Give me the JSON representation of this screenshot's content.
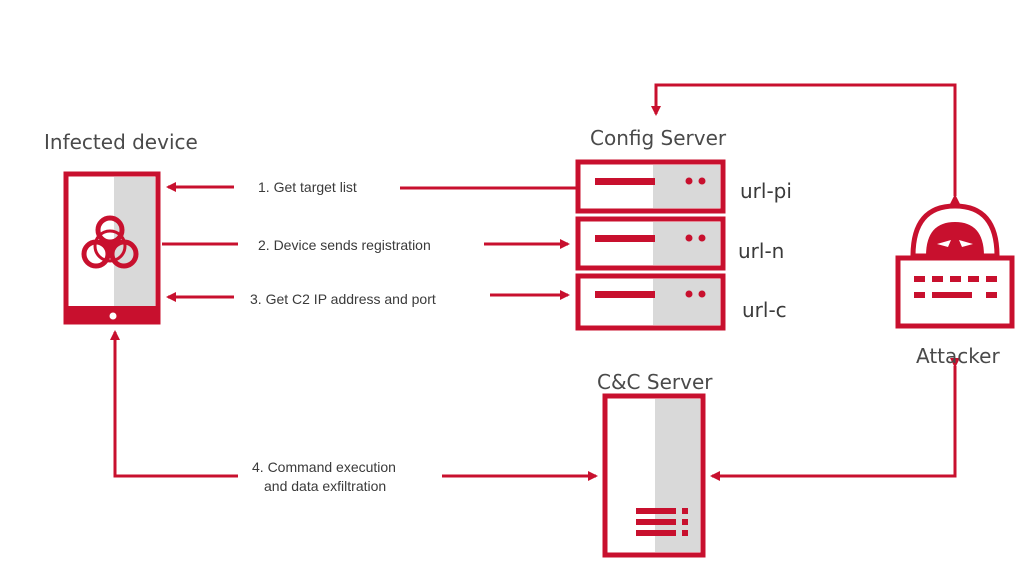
{
  "colors": {
    "accent": "#c8102e",
    "panel_gray": "#d9d9d9",
    "text": "#3a3a3a"
  },
  "nodes": {
    "infected_device": {
      "label": "Infected device",
      "icon": "biohazard-icon"
    },
    "config_server": {
      "label": "Config Server",
      "icon": "server-rack-icon",
      "slots": [
        "url-pi",
        "url-n",
        "url-c"
      ]
    },
    "cc_server": {
      "label": "C&C Server",
      "icon": "server-tower-icon"
    },
    "attacker": {
      "label": "Attacker",
      "icon": "hooded-attacker-icon"
    }
  },
  "steps": {
    "s1": "1. Get target list",
    "s2": "2. Device sends registration",
    "s3": "3. Get C2 IP address and port",
    "s4_line1": "4. Command execution",
    "s4_line2": "and data exfiltration"
  }
}
